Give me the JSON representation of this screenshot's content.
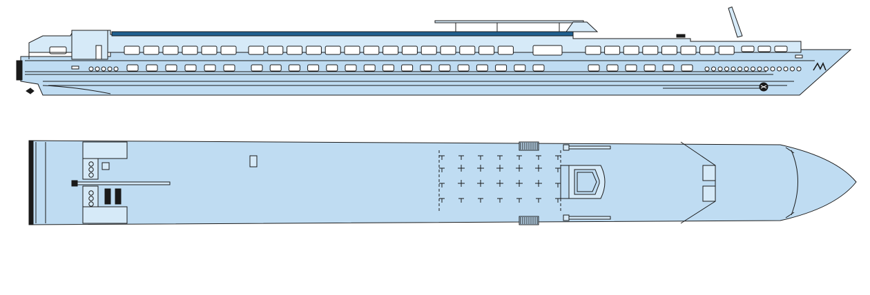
{
  "diagram": {
    "views": [
      "side-profile",
      "top-deck-plan"
    ],
    "colors": {
      "hull": "#bfdcf2",
      "hull_light": "#d6eaf8",
      "outline": "#1a1a1a",
      "sun_deck_stripe": "#1f5f8f",
      "window_fill": "#ffffff",
      "background": "#ffffff"
    },
    "icons": [
      "ship-side-profile",
      "ship-deck-plan",
      "propeller-icon",
      "anchor-icon",
      "logo-mark-icon",
      "deck-chair-icon",
      "staircase-icon",
      "wheelhouse-icon"
    ]
  }
}
